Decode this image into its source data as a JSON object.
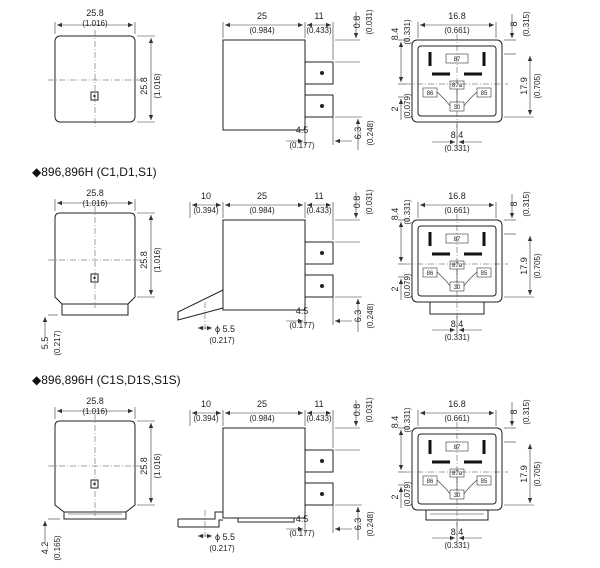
{
  "sections": [
    {
      "title": "",
      "front": {
        "width": "25.8",
        "width_in": "(1.016)",
        "height": "25.8",
        "height_in": "(1.016)"
      },
      "side": {
        "length": "25",
        "length_in": "(0.984)",
        "term": "11",
        "term_in": "(0.433)",
        "top": "0.8",
        "top_in": "(0.031)",
        "pin": "4.5",
        "pin_in": "(0.177)",
        "pinlen": "6.3",
        "pinlen_in": "(0.248)"
      },
      "bottom": {
        "w": "16.8",
        "w_in": "(0.661)",
        "a": "8.4",
        "a_in": "(0.331)",
        "b": "8",
        "b_in": "(0.315)",
        "c": "17.9",
        "c_in": "(0.705)",
        "d": "2",
        "d_in": "(0.079)",
        "e": "8.4",
        "e_in": "(0.331)",
        "pins": [
          "87",
          "87a",
          "86",
          "85",
          "30"
        ]
      }
    },
    {
      "title": "◆896,896H (C1,D1,S1)",
      "front": {
        "width": "25.8",
        "width_in": "(1.016)",
        "height": "25.8",
        "height_in": "(1.016)",
        "foot": "5.5",
        "foot_in": "(0.217)"
      },
      "side": {
        "flange": "10",
        "flange_in": "(0.394)",
        "length": "25",
        "length_in": "(0.984)",
        "term": "11",
        "term_in": "(0.433)",
        "top": "0.8",
        "top_in": "(0.031)",
        "hole": "ϕ 5.5",
        "hole_in": "(0.217)",
        "pin": "4.5",
        "pin_in": "(0.177)",
        "pinlen": "6.3",
        "pinlen_in": "(0.248)"
      },
      "bottom": {
        "w": "16.8",
        "w_in": "(0.661)",
        "a": "8.4",
        "a_in": "(0.331)",
        "b": "8",
        "b_in": "(0.315)",
        "c": "17.9",
        "c_in": "(0.705)",
        "d": "2",
        "d_in": "(0.079)",
        "e": "8.4",
        "e_in": "(0.331)",
        "pins": [
          "87",
          "87a",
          "86",
          "85",
          "30"
        ]
      }
    },
    {
      "title": "◆896,896H (C1S,D1S,S1S)",
      "front": {
        "width": "25.8",
        "width_in": "(1.016)",
        "height": "25.8",
        "height_in": "(1.016)",
        "foot": "4.2",
        "foot_in": "(0.165)"
      },
      "side": {
        "flange": "10",
        "flange_in": "(0.394)",
        "length": "25",
        "length_in": "(0.984)",
        "term": "11",
        "term_in": "(0.433)",
        "top": "0.8",
        "top_in": "(0.031)",
        "hole": "ϕ 5.5",
        "hole_in": "(0.217)",
        "pin": "4.5",
        "pin_in": "(0.177)",
        "pinlen": "6.3",
        "pinlen_in": "(0.248)"
      },
      "bottom": {
        "w": "16.8",
        "w_in": "(0.661)",
        "a": "8.4",
        "a_in": "(0.331)",
        "b": "8",
        "b_in": "(0.315)",
        "c": "17.9",
        "c_in": "(0.705)",
        "d": "2",
        "d_in": "(0.079)",
        "e": "8.4",
        "e_in": "(0.331)",
        "pins": [
          "87",
          "87a",
          "86",
          "85",
          "30"
        ]
      }
    }
  ]
}
